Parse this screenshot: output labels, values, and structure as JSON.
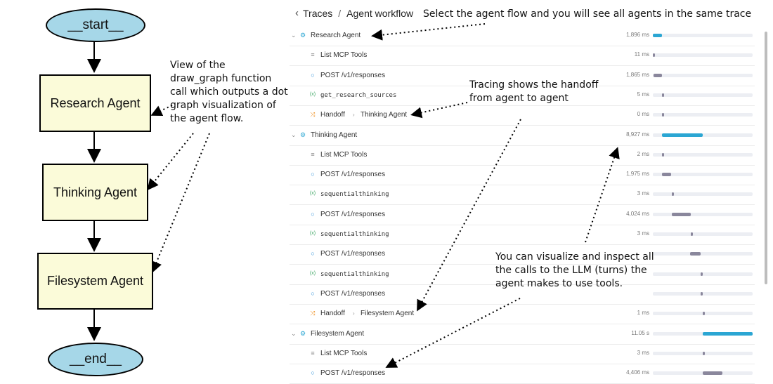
{
  "graph": {
    "start": "__start__",
    "nodes": [
      "Research Agent",
      "Thinking Agent",
      "Filesystem Agent"
    ],
    "end": "__end__"
  },
  "notes": {
    "draw_graph": [
      "View of the",
      "draw_graph function",
      "call which outputs a dot",
      "graph visualization of",
      "the agent flow."
    ]
  },
  "header": {
    "back": "Traces",
    "separator": "/",
    "current": "Agent workflow"
  },
  "annotations": {
    "select_flow": "Select the agent flow and you will see all agents in the same trace",
    "handoff": [
      "Tracing shows the handoff",
      "from agent to agent"
    ],
    "llm_calls": [
      "You can visualize and inspect all",
      "the calls to the LLM (turns) the",
      "agent makes to use tools."
    ]
  },
  "trace_rows": [
    {
      "kind": "agent",
      "icon": "agent-icon",
      "label": "Research Agent",
      "duration": "1,896 ms",
      "bar_start": 0.0,
      "bar_width": 0.09
    },
    {
      "kind": "list",
      "icon": "list-icon",
      "label": "List MCP Tools",
      "duration": "11 ms",
      "bar_start": 0.0,
      "bar_width": 0.01
    },
    {
      "kind": "post",
      "icon": "post-icon",
      "label": "POST /v1/responses",
      "duration": "1,865 ms",
      "bar_start": 0.01,
      "bar_width": 0.08
    },
    {
      "kind": "fn",
      "icon": "function-icon",
      "label": "get_research_sources",
      "duration": "5 ms",
      "bar_start": 0.09,
      "bar_width": 0.01
    },
    {
      "kind": "handoff",
      "icon": "handoff-icon",
      "label": "Handoff",
      "target": "Thinking Agent",
      "duration": "0 ms",
      "bar_start": 0.09,
      "bar_width": 0.01
    },
    {
      "kind": "agent",
      "icon": "agent-icon",
      "label": "Thinking Agent",
      "duration": "8,927 ms",
      "bar_start": 0.09,
      "bar_width": 0.41
    },
    {
      "kind": "list",
      "icon": "list-icon",
      "label": "List MCP Tools",
      "duration": "2 ms",
      "bar_start": 0.09,
      "bar_width": 0.01
    },
    {
      "kind": "post",
      "icon": "post-icon",
      "label": "POST /v1/responses",
      "duration": "1,975 ms",
      "bar_start": 0.09,
      "bar_width": 0.09
    },
    {
      "kind": "fn",
      "icon": "function-icon",
      "label": "sequentialthinking",
      "duration": "3 ms",
      "bar_start": 0.19,
      "bar_width": 0.01
    },
    {
      "kind": "post",
      "icon": "post-icon",
      "label": "POST /v1/responses",
      "duration": "4,024 ms",
      "bar_start": 0.19,
      "bar_width": 0.19
    },
    {
      "kind": "fn",
      "icon": "function-icon",
      "label": "sequentialthinking",
      "duration": "3 ms",
      "bar_start": 0.38,
      "bar_width": 0.01
    },
    {
      "kind": "post",
      "icon": "post-icon",
      "label": "POST /v1/responses",
      "duration": "",
      "bar_start": 0.37,
      "bar_width": 0.11
    },
    {
      "kind": "fn",
      "icon": "function-icon",
      "label": "sequentialthinking",
      "duration": "",
      "bar_start": 0.48,
      "bar_width": 0.01
    },
    {
      "kind": "post",
      "icon": "post-icon",
      "label": "POST /v1/responses",
      "duration": "",
      "bar_start": 0.48,
      "bar_width": 0.02
    },
    {
      "kind": "handoff",
      "icon": "handoff-icon",
      "label": "Handoff",
      "target": "Filesystem Agent",
      "duration": "1 ms",
      "bar_start": 0.5,
      "bar_width": 0.01
    },
    {
      "kind": "agent",
      "icon": "agent-icon",
      "label": "Filesystem Agent",
      "duration": "11.05 s",
      "bar_start": 0.5,
      "bar_width": 0.5
    },
    {
      "kind": "list",
      "icon": "list-icon",
      "label": "List MCP Tools",
      "duration": "3 ms",
      "bar_start": 0.5,
      "bar_width": 0.01
    },
    {
      "kind": "post",
      "icon": "post-icon",
      "label": "POST /v1/responses",
      "duration": "4,406 ms",
      "bar_start": 0.5,
      "bar_width": 0.2
    }
  ]
}
